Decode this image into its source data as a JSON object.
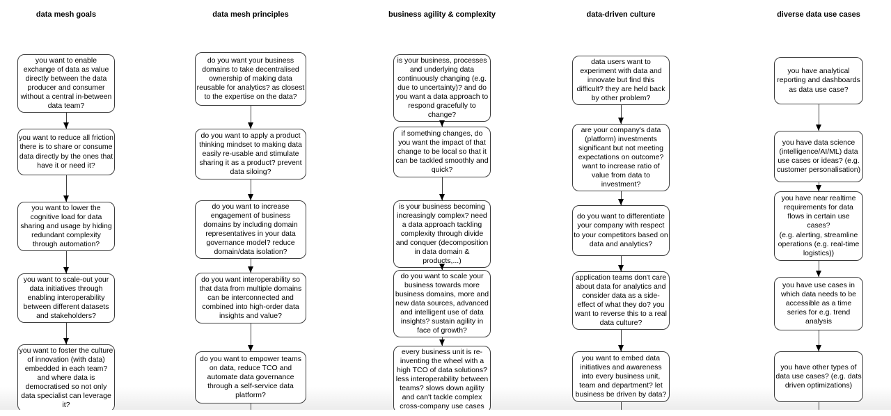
{
  "columns": [
    {
      "title": "data mesh goals",
      "boxes": [
        "you want to enable exchange of data as value directly between the data producer and consumer without a central in-between data team?",
        "you want to reduce all friction there is to share or consume data directly by the ones that have it or need it?",
        "you want to lower the cognitive load for data sharing and usage by hiding redundant complexity through automation?",
        "you want to scale-out your data initiatives through enabling interoperability between different datasets and stakeholders?",
        "you want to foster the culture of innovation (with data) embedded in each team? and where data is democratised so not only data specialist can leverage it?"
      ]
    },
    {
      "title": "data mesh principles",
      "boxes": [
        "do you want your business domains to take decentralised ownership of making data reusable for analytics? as closest to the expertise on the data?",
        "do you want to apply a product thinking mindset to making data easily re-usable and stimulate sharing it as a product? prevent data siloing?",
        "do you want to increase engagement of business domains by including domain representatives in your data governance model? reduce domain/data isolation?",
        "do you want interoperability so that data from multiple domains can be interconnected and combined into high-order data insights and value?",
        "do you want to empower teams on data, reduce TCO and automate data governance through a self-service data platform?"
      ]
    },
    {
      "title": "business agility & complexity",
      "boxes": [
        "is your business, processes and underlying data continuously changing (e.g. due to uncertainty)? and do you want a data approach to respond gracefully to change?",
        "if something changes, do you want the impact of that change to be local so that it can be tackled smoothly and quick?",
        "is your business becoming increasingly complex? need a data approach tackling complexity through divide and conquer (decomposition in data domain & products,...)",
        "do you want to scale your business towards more business domains, more and new data sources, advanced and intelligent use of data insights? sustain agility in face of growth?",
        "every business unit is re-inventing the wheel with a high TCO of data solutions? less interoperability between teams? slows down agility and can't tackle complex cross-company use cases"
      ]
    },
    {
      "title": "data-driven culture",
      "boxes": [
        "data users want to experiment with data and innovate but find this difficult? they are held back by other problem?",
        "are your company's data (platform) investments significant but not meeting expectations on outcome? want to increase ratio of value from data to investment?",
        "do you want to differentiate your company with respect to your competitors based on data and analytics?",
        "application teams don't care about data for analytics and consider data as a side-effect of what they do? you want to reverse this to a real data culture?",
        "you want to embed data initiatives and awareness into every business unit, team and department? let business be driven by data?"
      ]
    },
    {
      "title": "diverse data use cases",
      "boxes": [
        "you have analytical reporting and dashboards as data use case?",
        "you have data science (intelligence/AI/ML) data use cases or ideas? (e.g. customer personalisation)",
        "you have near realtime requirements for data flows in certain use cases?\n(e.g. alerting, streamline operations (e.g. real-time logistics))",
        "you have use cases in which data needs to be accessible as a time series for e.g. trend analysis",
        "you have other types of data use cases? (e.g. dats driven optimizations)"
      ]
    }
  ]
}
